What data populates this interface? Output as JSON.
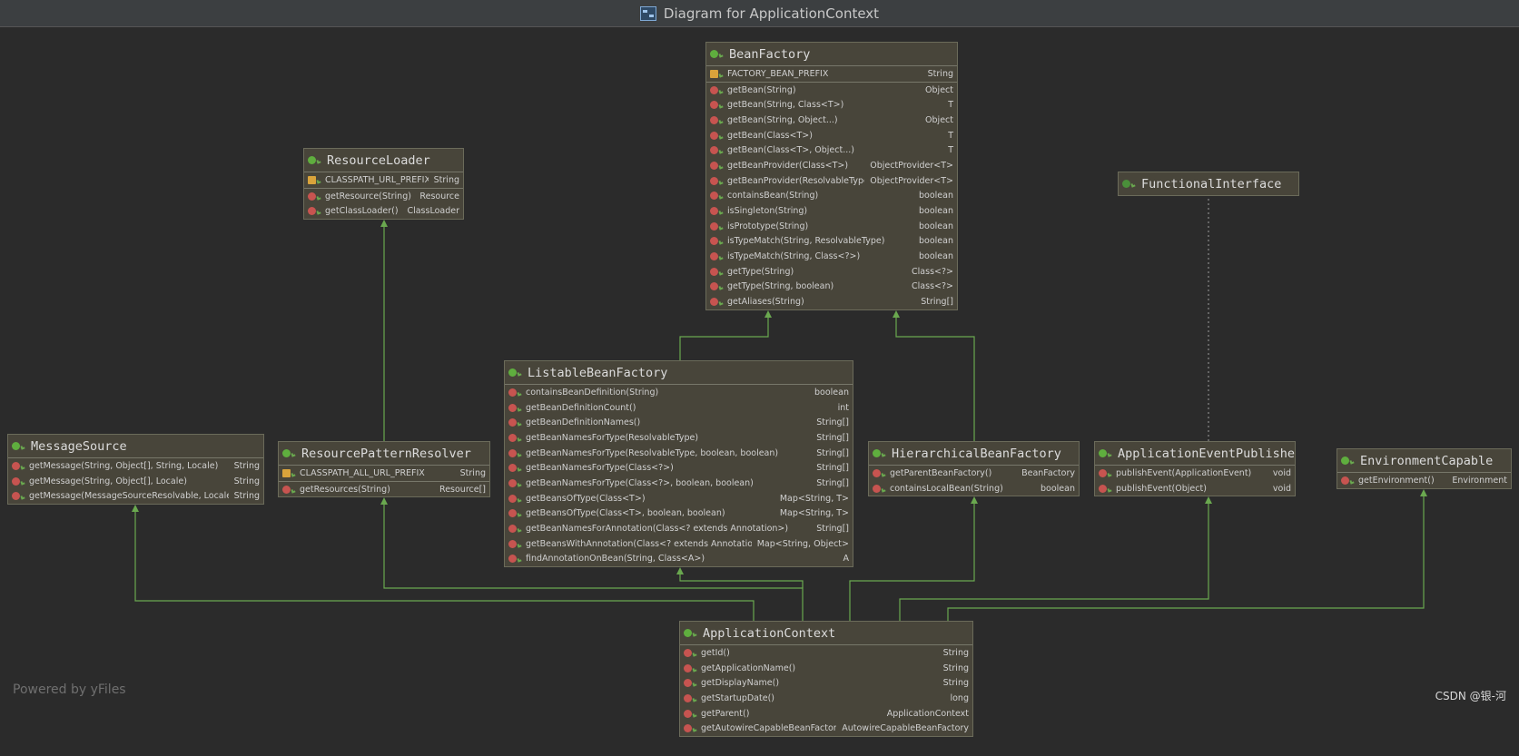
{
  "window": {
    "title": "Diagram for ApplicationContext"
  },
  "watermark": "Powered by yFiles",
  "credit": "CSDN @银-河",
  "colors": {
    "node_bg": "#48453a",
    "edge": "#6aa84f",
    "bg": "#2b2b2b"
  },
  "nodes": [
    {
      "id": "BeanFactory",
      "name": "BeanFactory",
      "kind": "interface",
      "fields": [
        {
          "name": "FACTORY_BEAN_PREFIX",
          "type": "String"
        }
      ],
      "methods": [
        {
          "name": "getBean(String)",
          "type": "Object"
        },
        {
          "name": "getBean(String, Class<T>)",
          "type": "T"
        },
        {
          "name": "getBean(String, Object...)",
          "type": "Object"
        },
        {
          "name": "getBean(Class<T>)",
          "type": "T"
        },
        {
          "name": "getBean(Class<T>, Object...)",
          "type": "T"
        },
        {
          "name": "getBeanProvider(Class<T>)",
          "type": "ObjectProvider<T>"
        },
        {
          "name": "getBeanProvider(ResolvableType)",
          "type": "ObjectProvider<T>"
        },
        {
          "name": "containsBean(String)",
          "type": "boolean"
        },
        {
          "name": "isSingleton(String)",
          "type": "boolean"
        },
        {
          "name": "isPrototype(String)",
          "type": "boolean"
        },
        {
          "name": "isTypeMatch(String, ResolvableType)",
          "type": "boolean"
        },
        {
          "name": "isTypeMatch(String, Class<?>)",
          "type": "boolean"
        },
        {
          "name": "getType(String)",
          "type": "Class<?>"
        },
        {
          "name": "getType(String, boolean)",
          "type": "Class<?>"
        },
        {
          "name": "getAliases(String)",
          "type": "String[]"
        }
      ]
    },
    {
      "id": "ResourceLoader",
      "name": "ResourceLoader",
      "kind": "interface",
      "fields": [
        {
          "name": "CLASSPATH_URL_PREFIX",
          "type": "String"
        }
      ],
      "methods": [
        {
          "name": "getResource(String)",
          "type": "Resource"
        },
        {
          "name": "getClassLoader()",
          "type": "ClassLoader"
        }
      ]
    },
    {
      "id": "FunctionalInterface",
      "name": "FunctionalInterface",
      "kind": "annotation",
      "fields": [],
      "methods": []
    },
    {
      "id": "ListableBeanFactory",
      "name": "ListableBeanFactory",
      "kind": "interface",
      "fields": [],
      "methods": [
        {
          "name": "containsBeanDefinition(String)",
          "type": "boolean"
        },
        {
          "name": "getBeanDefinitionCount()",
          "type": "int"
        },
        {
          "name": "getBeanDefinitionNames()",
          "type": "String[]"
        },
        {
          "name": "getBeanNamesForType(ResolvableType)",
          "type": "String[]"
        },
        {
          "name": "getBeanNamesForType(ResolvableType, boolean, boolean)",
          "type": "String[]"
        },
        {
          "name": "getBeanNamesForType(Class<?>)",
          "type": "String[]"
        },
        {
          "name": "getBeanNamesForType(Class<?>, boolean, boolean)",
          "type": "String[]"
        },
        {
          "name": "getBeansOfType(Class<T>)",
          "type": "Map<String, T>"
        },
        {
          "name": "getBeansOfType(Class<T>, boolean, boolean)",
          "type": "Map<String, T>"
        },
        {
          "name": "getBeanNamesForAnnotation(Class<? extends Annotation>)",
          "type": "String[]"
        },
        {
          "name": "getBeansWithAnnotation(Class<? extends Annotation>)",
          "type": "Map<String, Object>"
        },
        {
          "name": "findAnnotationOnBean(String, Class<A>)",
          "type": "A"
        }
      ]
    },
    {
      "id": "MessageSource",
      "name": "MessageSource",
      "kind": "interface",
      "fields": [],
      "methods": [
        {
          "name": "getMessage(String, Object[], String, Locale)",
          "type": "String"
        },
        {
          "name": "getMessage(String, Object[], Locale)",
          "type": "String"
        },
        {
          "name": "getMessage(MessageSourceResolvable, Locale)",
          "type": "String"
        }
      ]
    },
    {
      "id": "ResourcePatternResolver",
      "name": "ResourcePatternResolver",
      "kind": "interface",
      "fields": [
        {
          "name": "CLASSPATH_ALL_URL_PREFIX",
          "type": "String"
        }
      ],
      "methods": [
        {
          "name": "getResources(String)",
          "type": "Resource[]"
        }
      ]
    },
    {
      "id": "HierarchicalBeanFactory",
      "name": "HierarchicalBeanFactory",
      "kind": "interface",
      "fields": [],
      "methods": [
        {
          "name": "getParentBeanFactory()",
          "type": "BeanFactory"
        },
        {
          "name": "containsLocalBean(String)",
          "type": "boolean"
        }
      ]
    },
    {
      "id": "ApplicationEventPublisher",
      "name": "ApplicationEventPublisher",
      "kind": "interface",
      "fields": [],
      "methods": [
        {
          "name": "publishEvent(ApplicationEvent)",
          "type": "void"
        },
        {
          "name": "publishEvent(Object)",
          "type": "void"
        }
      ]
    },
    {
      "id": "EnvironmentCapable",
      "name": "EnvironmentCapable",
      "kind": "interface",
      "fields": [],
      "methods": [
        {
          "name": "getEnvironment()",
          "type": "Environment"
        }
      ]
    },
    {
      "id": "ApplicationContext",
      "name": "ApplicationContext",
      "kind": "interface",
      "fields": [],
      "methods": [
        {
          "name": "getId()",
          "type": "String"
        },
        {
          "name": "getApplicationName()",
          "type": "String"
        },
        {
          "name": "getDisplayName()",
          "type": "String"
        },
        {
          "name": "getStartupDate()",
          "type": "long"
        },
        {
          "name": "getParent()",
          "type": "ApplicationContext"
        },
        {
          "name": "getAutowireCapableBeanFactory()",
          "type": "AutowireCapableBeanFactory"
        }
      ]
    }
  ],
  "edges": [
    {
      "from": "ListableBeanFactory",
      "to": "BeanFactory",
      "kind": "extends"
    },
    {
      "from": "HierarchicalBeanFactory",
      "to": "BeanFactory",
      "kind": "extends"
    },
    {
      "from": "ResourcePatternResolver",
      "to": "ResourceLoader",
      "kind": "extends"
    },
    {
      "from": "ApplicationContext",
      "to": "MessageSource",
      "kind": "extends"
    },
    {
      "from": "ApplicationContext",
      "to": "ResourcePatternResolver",
      "kind": "extends"
    },
    {
      "from": "ApplicationContext",
      "to": "ListableBeanFactory",
      "kind": "extends"
    },
    {
      "from": "ApplicationContext",
      "to": "HierarchicalBeanFactory",
      "kind": "extends"
    },
    {
      "from": "ApplicationContext",
      "to": "ApplicationEventPublisher",
      "kind": "extends"
    },
    {
      "from": "ApplicationContext",
      "to": "EnvironmentCapable",
      "kind": "extends"
    },
    {
      "from": "ApplicationEventPublisher",
      "to": "FunctionalInterface",
      "kind": "annotated"
    }
  ]
}
